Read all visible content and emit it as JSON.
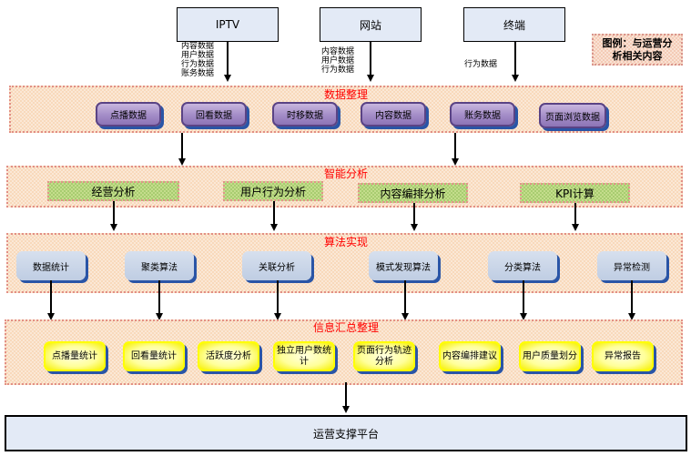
{
  "sources": [
    {
      "label": "IPTV",
      "data_labels": [
        "内容数据",
        "用户数据",
        "行为数据",
        "账务数据"
      ]
    },
    {
      "label": "网站",
      "data_labels": [
        "内容数据",
        "用户数据",
        "行为数据"
      ]
    },
    {
      "label": "终端",
      "data_labels": [
        "行为数据"
      ]
    }
  ],
  "legend": {
    "line1": "图例：与运营分",
    "line2": "析相关内容"
  },
  "layers": {
    "data_management": {
      "title": "数据整理",
      "items": [
        "点播数据",
        "回看数据",
        "时移数据",
        "内容数据",
        "账务数据",
        "页面浏览数据"
      ]
    },
    "intelligent_analysis": {
      "title": "智能分析",
      "items": [
        "经营分析",
        "用户行为分析",
        "内容编排分析",
        "KPI计算"
      ]
    },
    "algorithm": {
      "title": "算法实现",
      "items": [
        "数据统计",
        "聚类算法",
        "关联分析",
        "模式发现算法",
        "分类算法",
        "异常检测"
      ]
    },
    "info_summary": {
      "title": "信息汇总整理",
      "items": [
        "点播量统计",
        "回看量统计",
        "活跃度分析",
        "独立用户数统计",
        "页面行为轨迹分析",
        "内容编排建议",
        "用户质量划分",
        "异常报告"
      ]
    }
  },
  "platform": {
    "label": "运营支撑平台"
  },
  "colors": {
    "band_title": "#ff0000",
    "purple_box": "#a38cc7",
    "green_box": "#a8cc70",
    "blue_box": "#c8d5e8",
    "yellow_box": "#ffff66",
    "source_box": "#e3eaf6"
  }
}
